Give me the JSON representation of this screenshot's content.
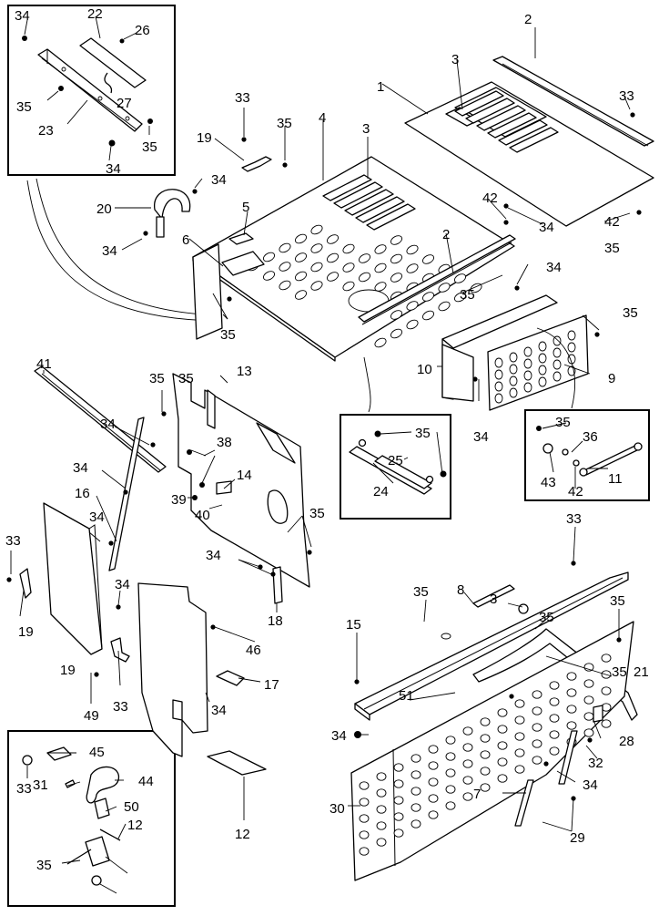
{
  "callouts": [
    {
      "id": "c1",
      "text": "34"
    },
    {
      "id": "c2",
      "text": "22"
    },
    {
      "id": "c3",
      "text": "26"
    },
    {
      "id": "c4",
      "text": "27"
    },
    {
      "id": "c5",
      "text": "35"
    },
    {
      "id": "c6",
      "text": "23"
    },
    {
      "id": "c7",
      "text": "35"
    },
    {
      "id": "c8",
      "text": "34"
    },
    {
      "id": "c9",
      "text": "2"
    },
    {
      "id": "c10",
      "text": "3"
    },
    {
      "id": "c11",
      "text": "1"
    },
    {
      "id": "c12",
      "text": "33"
    },
    {
      "id": "c13",
      "text": "33"
    },
    {
      "id": "c14",
      "text": "35"
    },
    {
      "id": "c15",
      "text": "4"
    },
    {
      "id": "c16",
      "text": "3"
    },
    {
      "id": "c17",
      "text": "19"
    },
    {
      "id": "c18",
      "text": "34"
    },
    {
      "id": "c19",
      "text": "20"
    },
    {
      "id": "c20",
      "text": "5"
    },
    {
      "id": "c21",
      "text": "6"
    },
    {
      "id": "c22",
      "text": "34"
    },
    {
      "id": "c23",
      "text": "42"
    },
    {
      "id": "c24",
      "text": "34"
    },
    {
      "id": "c25",
      "text": "42"
    },
    {
      "id": "c26",
      "text": "35"
    },
    {
      "id": "c27",
      "text": "2"
    },
    {
      "id": "c28",
      "text": "34"
    },
    {
      "id": "c29",
      "text": "35"
    },
    {
      "id": "c30",
      "text": "35"
    },
    {
      "id": "c31",
      "text": "35"
    },
    {
      "id": "c32",
      "text": "10"
    },
    {
      "id": "c33",
      "text": "9"
    },
    {
      "id": "c34",
      "text": "34"
    },
    {
      "id": "c35",
      "text": "41"
    },
    {
      "id": "c36",
      "text": "35"
    },
    {
      "id": "c37",
      "text": "13"
    },
    {
      "id": "c38",
      "text": "34"
    },
    {
      "id": "c39",
      "text": "35"
    },
    {
      "id": "c40",
      "text": "25"
    },
    {
      "id": "c41",
      "text": "24"
    },
    {
      "id": "c42",
      "text": "35"
    },
    {
      "id": "c43",
      "text": "36"
    },
    {
      "id": "c44",
      "text": "43"
    },
    {
      "id": "c45",
      "text": "42"
    },
    {
      "id": "c46",
      "text": "11"
    },
    {
      "id": "c47",
      "text": "34"
    },
    {
      "id": "c48",
      "text": "38"
    },
    {
      "id": "c49",
      "text": "16"
    },
    {
      "id": "c50",
      "text": "14"
    },
    {
      "id": "c51",
      "text": "39"
    },
    {
      "id": "c52",
      "text": "40"
    },
    {
      "id": "c53",
      "text": "35"
    },
    {
      "id": "c54",
      "text": "35"
    },
    {
      "id": "c55",
      "text": "33"
    },
    {
      "id": "c56",
      "text": "34"
    },
    {
      "id": "c57",
      "text": "18"
    },
    {
      "id": "c58",
      "text": "19"
    },
    {
      "id": "c59",
      "text": "34"
    },
    {
      "id": "c60",
      "text": "33"
    },
    {
      "id": "c61",
      "text": "35"
    },
    {
      "id": "c62",
      "text": "8"
    },
    {
      "id": "c63",
      "text": "3"
    },
    {
      "id": "c64",
      "text": "35"
    },
    {
      "id": "c65",
      "text": "35"
    },
    {
      "id": "c66",
      "text": "34"
    },
    {
      "id": "c67",
      "text": "15"
    },
    {
      "id": "c68",
      "text": "35"
    },
    {
      "id": "c69",
      "text": "21"
    },
    {
      "id": "c70",
      "text": "19"
    },
    {
      "id": "c71",
      "text": "33"
    },
    {
      "id": "c72",
      "text": "49"
    },
    {
      "id": "c73",
      "text": "17"
    },
    {
      "id": "c74",
      "text": "34"
    },
    {
      "id": "c75",
      "text": "46"
    },
    {
      "id": "c76",
      "text": "51"
    },
    {
      "id": "c77",
      "text": "34"
    },
    {
      "id": "c78",
      "text": "28"
    },
    {
      "id": "c79",
      "text": "32"
    },
    {
      "id": "c80",
      "text": "45"
    },
    {
      "id": "c81",
      "text": "44"
    },
    {
      "id": "c82",
      "text": "33"
    },
    {
      "id": "c83",
      "text": "31"
    },
    {
      "id": "c84",
      "text": "50"
    },
    {
      "id": "c85",
      "text": "12"
    },
    {
      "id": "c86",
      "text": "12"
    },
    {
      "id": "c87",
      "text": "7"
    },
    {
      "id": "c88",
      "text": "34"
    },
    {
      "id": "c89",
      "text": "30"
    },
    {
      "id": "c90",
      "text": "29"
    },
    {
      "id": "c91",
      "text": "35"
    }
  ]
}
